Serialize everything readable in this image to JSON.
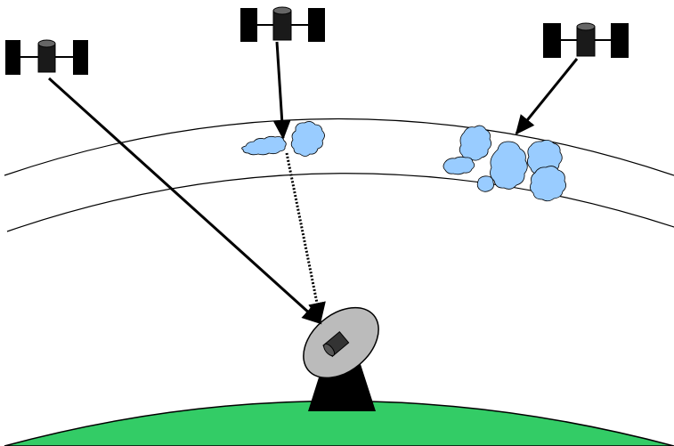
{
  "diagram": {
    "colors": {
      "background": "#ffffff",
      "ground": "#33cc66",
      "cloud": "#99ccff",
      "satellite": "#000000",
      "satellite_body": "#333333",
      "dish": "#bbbbbb",
      "feed": "#444444",
      "stroke": "#000000"
    },
    "satellites": [
      {
        "id": "left",
        "signal": "clear"
      },
      {
        "id": "middle",
        "signal": "attenuated"
      },
      {
        "id": "right",
        "signal": "blocked"
      }
    ],
    "cloud_groups": [
      {
        "id": "middle",
        "cloud_count": 2
      },
      {
        "id": "right",
        "cloud_count": 6
      }
    ],
    "atmosphere_layers": 2,
    "ground_station": {
      "type": "dish-antenna"
    }
  }
}
